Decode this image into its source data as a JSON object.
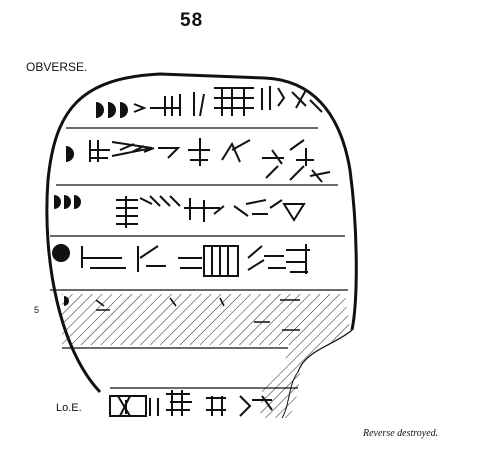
{
  "header": {
    "page_number": "58"
  },
  "labels": {
    "obverse": "OBVERSE.",
    "line_number": "5",
    "lower_edge": "Lo.E."
  },
  "caption": "Reverse destroyed.",
  "colors": {
    "ink": "#111111",
    "paper": "#ffffff"
  }
}
